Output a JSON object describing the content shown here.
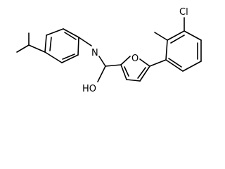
{
  "molecule": {
    "atom_labels": {
      "chlorine": "Cl",
      "nitrogen": "N",
      "hydroxyl": "HO",
      "furan_oxygen": "O"
    },
    "colors": {
      "bond": "#000000",
      "background": "#ffffff"
    }
  }
}
